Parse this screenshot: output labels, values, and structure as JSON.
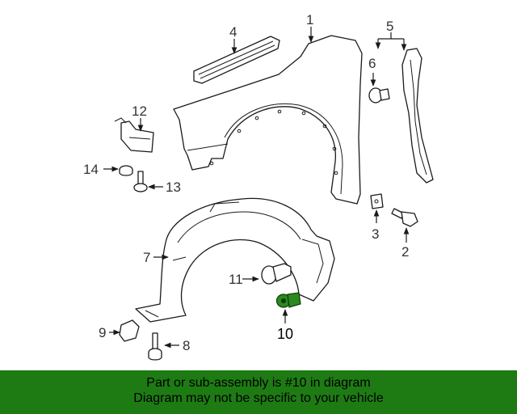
{
  "colors": {
    "banner_background": "#1e7b14",
    "highlight_part": "#2a8a1f",
    "line_art": "#1a1a1a"
  },
  "callouts": {
    "c1": "1",
    "c2": "2",
    "c3": "3",
    "c4": "4",
    "c5": "5",
    "c6": "6",
    "c7": "7",
    "c8": "8",
    "c9": "9",
    "c10": "10",
    "c11": "11",
    "c12": "12",
    "c13": "13",
    "c14": "14"
  },
  "highlighted_callout": "10",
  "banner": {
    "line1": "Part or sub-assembly is #10 in diagram",
    "line2": "Diagram may not be specific to your vehicle"
  }
}
